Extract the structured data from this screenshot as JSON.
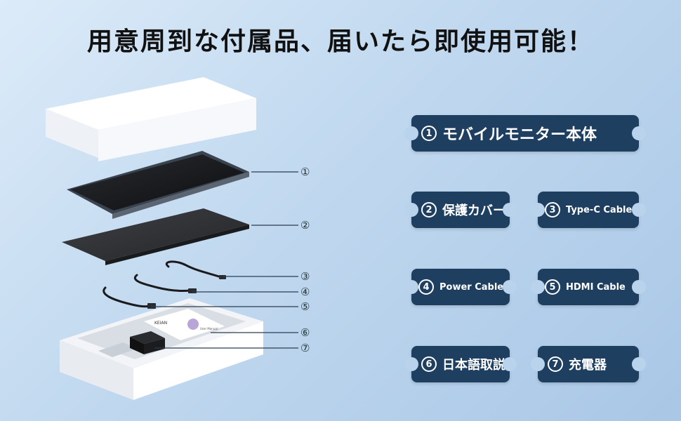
{
  "title": "用意周到な付属品、届いたら即使用可能！",
  "callouts": [
    "①",
    "②",
    "③",
    "④",
    "⑤",
    "⑥",
    "⑦"
  ],
  "items": [
    {
      "num": "1",
      "label": "モバイルモニター本体"
    },
    {
      "num": "2",
      "label": "保護カバー"
    },
    {
      "num": "3",
      "label": "Type-C Cable"
    },
    {
      "num": "4",
      "label": "Power Cable"
    },
    {
      "num": "5",
      "label": "HDMI Cable"
    },
    {
      "num": "6",
      "label": "日本語取説"
    },
    {
      "num": "7",
      "label": "充電器"
    }
  ],
  "manual": {
    "brand": "KEIAN",
    "subtitle": "User Manual"
  },
  "colors": {
    "pill": "#1f3f60",
    "background": "#c3daf0",
    "title": "#111111"
  }
}
